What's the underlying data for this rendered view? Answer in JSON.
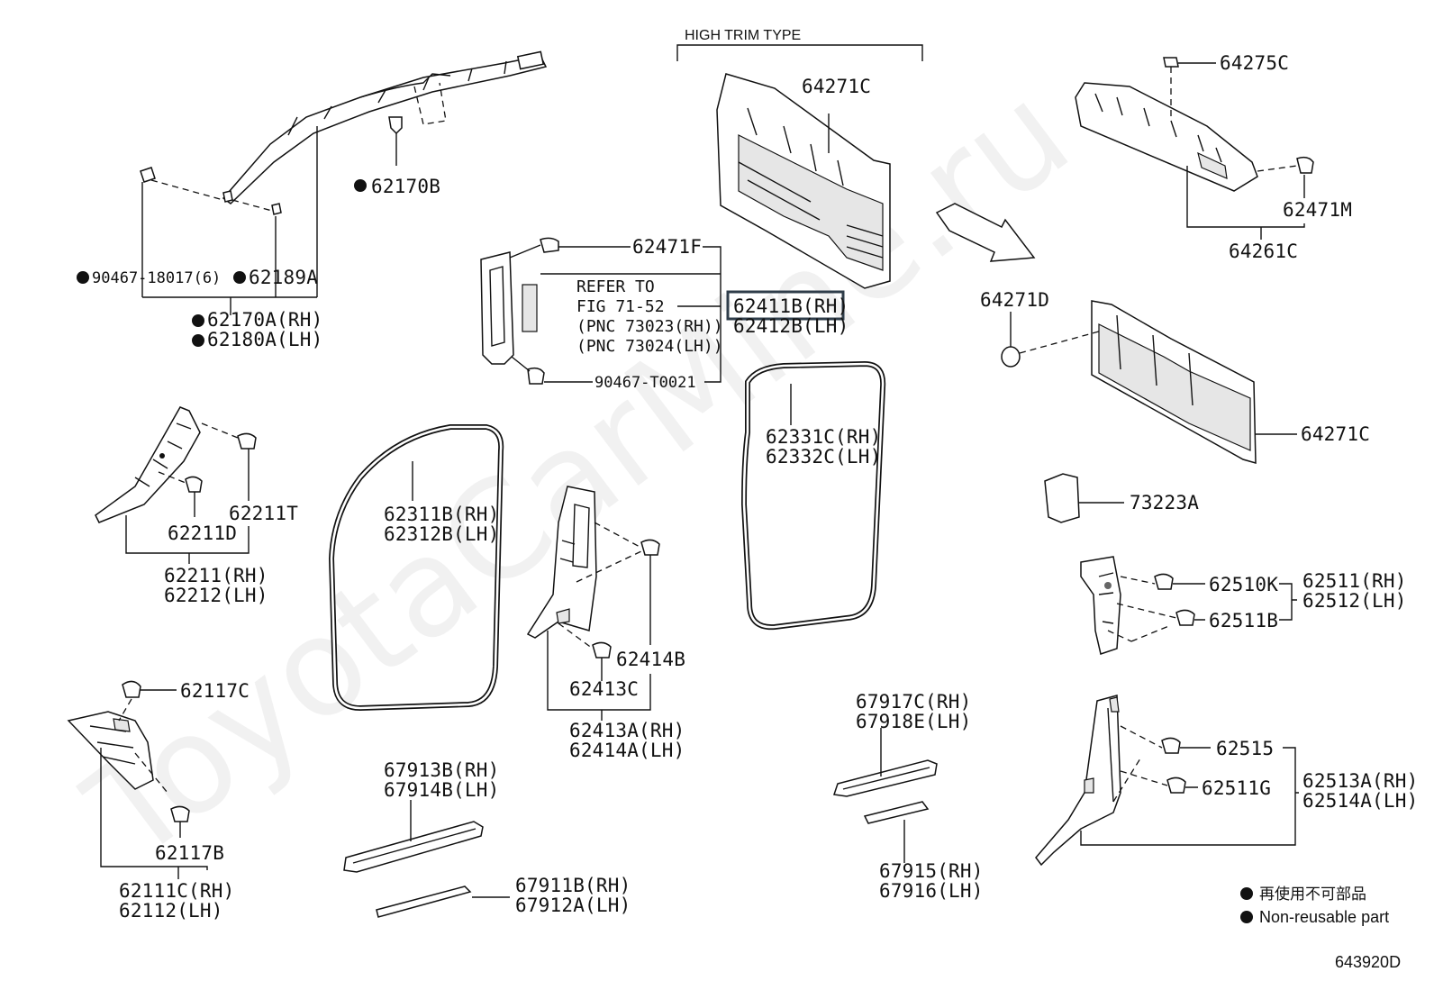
{
  "diagram": {
    "header": "HIGH TRIM TYPE",
    "figure_code": "643920D",
    "watermark": "ToyotaCarMine.ru",
    "legend": {
      "japanese": "再使用不可部品",
      "english": "Non-reusable part"
    },
    "highlighted_part": "62411B(RH)",
    "refer": {
      "line1": "REFER TO",
      "line2": "FIG 71-52",
      "line3": "(PNC 73023(RH))",
      "line4": "(PNC 73024(LH))"
    },
    "labels": {
      "p62170B": "62170B",
      "p90467_18017": "90467-18017(6)",
      "p62189A": "62189A",
      "p62170A": "62170A(RH)",
      "p62180A": "62180A(LH)",
      "p62471F": "62471F",
      "p62411B": "62411B(RH)",
      "p62412B": "62412B(LH)",
      "p90467_T0021": "90467-T0021",
      "p64271C_top": "64271C",
      "p64275C": "64275C",
      "p62471M": "62471M",
      "p64261C": "64261C",
      "p64271D": "64271D",
      "p64271C_right": "64271C",
      "p73223A": "73223A",
      "p62211T": "62211T",
      "p62211D": "62211D",
      "p62211": "62211(RH)",
      "p62212": "62212(LH)",
      "p62311B": "62311B(RH)",
      "p62312B": "62312B(LH)",
      "p62331C": "62331C(RH)",
      "p62332C": "62332C(LH)",
      "p62414B": "62414B",
      "p62413C": "62413C",
      "p62413A": "62413A(RH)",
      "p62414A": "62414A(LH)",
      "p62510K": "62510K",
      "p62511B": "62511B",
      "p62511": "62511(RH)",
      "p62512": "62512(LH)",
      "p62117C": "62117C",
      "p62117B": "62117B",
      "p62111C": "62111C(RH)",
      "p62112": "62112(LH)",
      "p67913B": "67913B(RH)",
      "p67914B": "67914B(LH)",
      "p67911B": "67911B(RH)",
      "p67912A": "67912A(LH)",
      "p67917C": "67917C(RH)",
      "p67918E": "67918E(LH)",
      "p67915": "67915(RH)",
      "p67916": "67916(LH)",
      "p62515": "62515",
      "p62511G": "62511G",
      "p62513A": "62513A(RH)",
      "p62514A": "62514A(LH)"
    }
  }
}
